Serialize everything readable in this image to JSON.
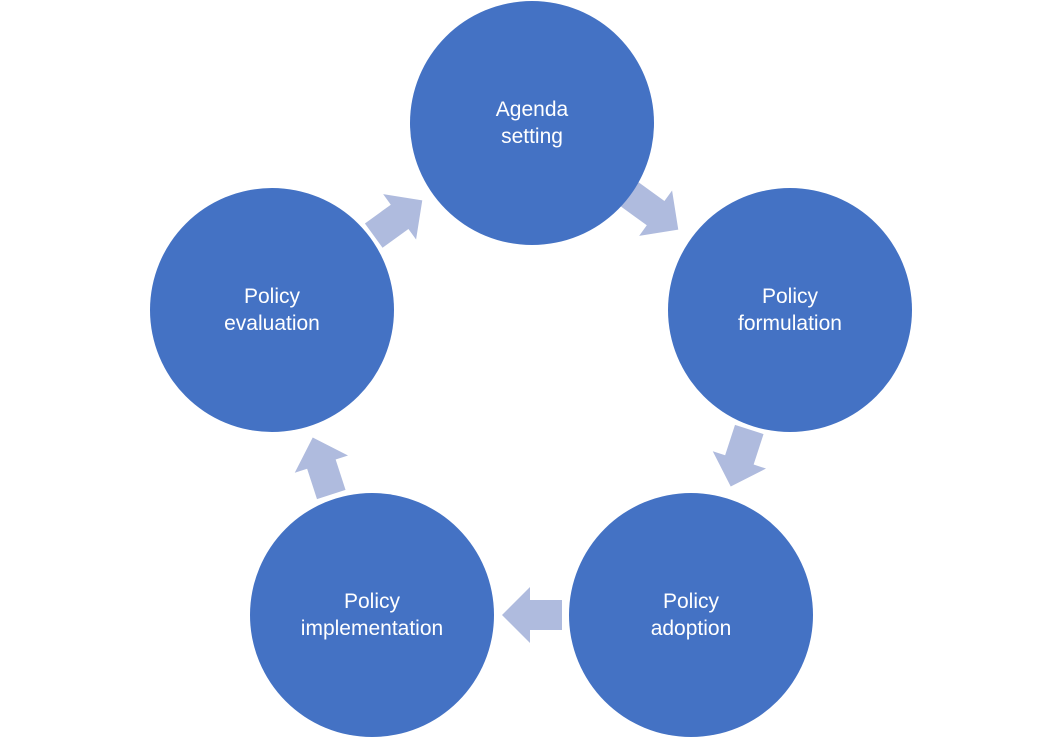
{
  "diagram": {
    "type": "cycle",
    "colors": {
      "node_fill": "#4472C4",
      "arrow_fill": "#AFBBDE",
      "label_text": "#FFFFFF",
      "background": "#FFFFFF"
    },
    "nodes": [
      {
        "id": "agenda-setting",
        "lines": [
          "Agenda",
          "setting"
        ]
      },
      {
        "id": "policy-formulation",
        "lines": [
          "Policy",
          "formulation"
        ]
      },
      {
        "id": "policy-adoption",
        "lines": [
          "Policy",
          "adoption"
        ]
      },
      {
        "id": "policy-implementation",
        "lines": [
          "Policy",
          "implementation"
        ]
      },
      {
        "id": "policy-evaluation",
        "lines": [
          "Policy",
          "evaluation"
        ]
      }
    ],
    "arrows": [
      {
        "from": "agenda-setting",
        "to": "policy-formulation"
      },
      {
        "from": "policy-formulation",
        "to": "policy-adoption"
      },
      {
        "from": "policy-adoption",
        "to": "policy-implementation"
      },
      {
        "from": "policy-implementation",
        "to": "policy-evaluation"
      },
      {
        "from": "policy-evaluation",
        "to": "agenda-setting"
      }
    ]
  }
}
